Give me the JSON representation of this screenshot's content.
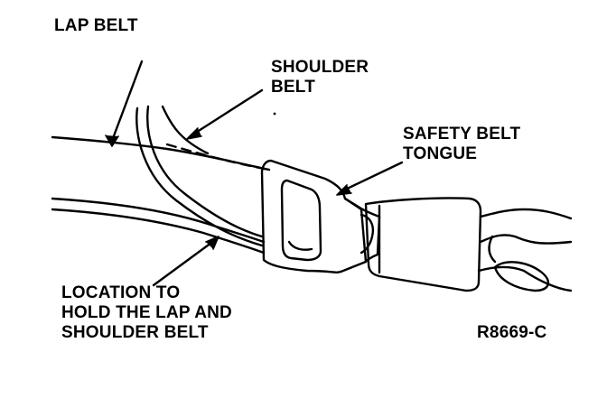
{
  "labels": {
    "lap_belt": "LAP BELT",
    "shoulder_belt": [
      "SHOULDER",
      "BELT"
    ],
    "safety_belt_tongue": [
      "SAFETY BELT",
      "TONGUE"
    ],
    "location": [
      "LOCATION TO",
      "HOLD THE LAP AND",
      "SHOULDER BELT"
    ],
    "figure_code": "R8669-C"
  },
  "colors": {
    "ink": "#000000",
    "paper": "#ffffff"
  }
}
